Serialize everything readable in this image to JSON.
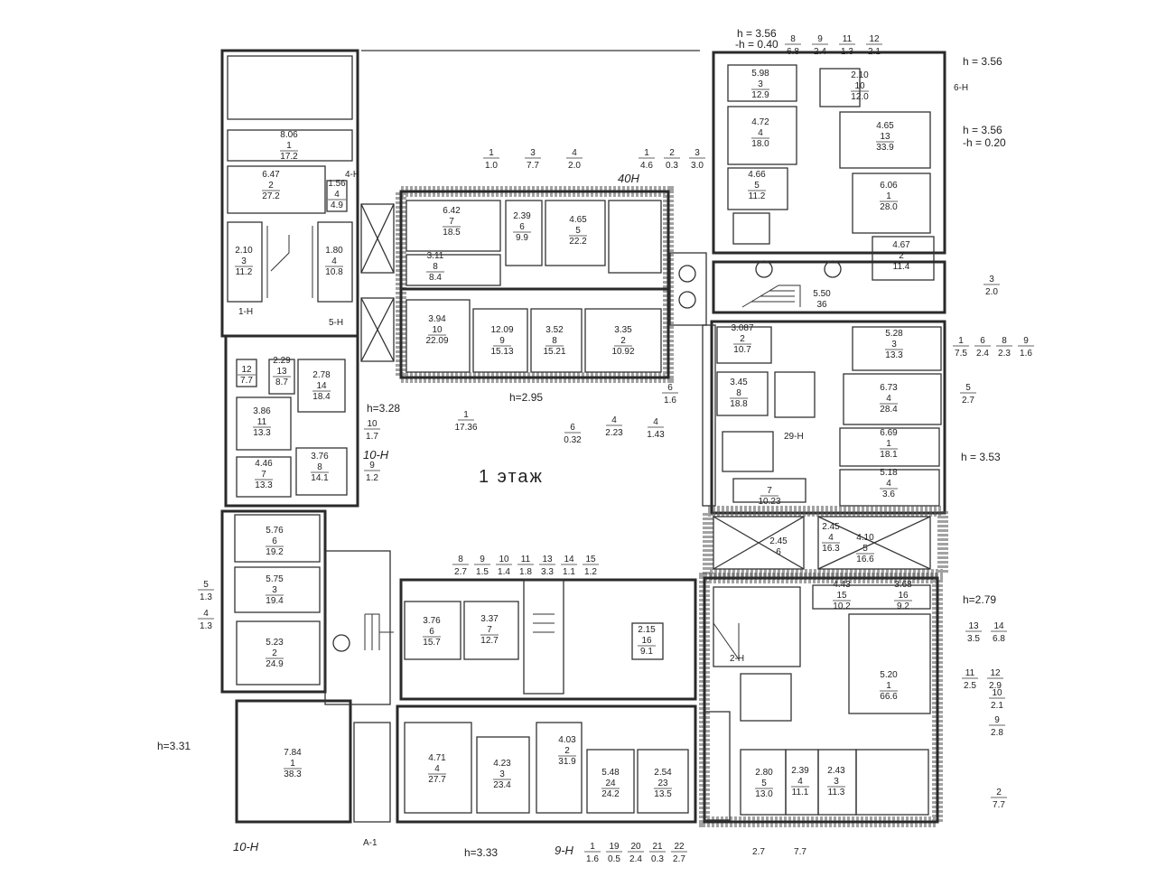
{
  "plan": {
    "floor_label": "1 этаж",
    "heights": {
      "top_right_1": "h = 3.56",
      "top_right_1b": "-h = 0.40",
      "top_right_2": "h = 3.56",
      "right_mid": "h = 3.56",
      "right_mid_b": "-h = 0.20",
      "left_block": "h=3.28",
      "center_block": "h=2.95",
      "right_lower": "h = 3.53",
      "right_bottom": "h=2.79",
      "left_bottom": "h=3.31",
      "bottom_center": "h=3.33"
    },
    "section_marks": {
      "left_bottom_section": "10-Н",
      "left_block_section": "10-Н",
      "top_left_entry": "4-Н",
      "stair_left_1": "1-Н",
      "stair_left_5": "5-Н",
      "top_right_entry": "6-Н",
      "bottom_section_9": "9-Н",
      "bottom_section_2": "2-Н",
      "bottom_left_a1": "А-1",
      "top_entry_40": "40Н",
      "mid_right_29": "29-Н"
    },
    "rooms": [
      {
        "id": "r1",
        "no": "1",
        "area": "17.2",
        "dim": "8.06"
      },
      {
        "id": "r2",
        "no": "2",
        "area": "27.2",
        "dim": "6.47"
      },
      {
        "id": "r3",
        "no": "3",
        "area": "11.2",
        "dim": "2.10"
      },
      {
        "id": "r4",
        "no": "4",
        "area": "10.8",
        "dim": "1.80"
      },
      {
        "id": "r5",
        "no": "4",
        "area": "4.9",
        "dim": "1.56"
      },
      {
        "id": "r6",
        "no": "12",
        "area": "7.7",
        "dim": ""
      },
      {
        "id": "r7",
        "no": "13",
        "area": "8.7",
        "dim": "2.29"
      },
      {
        "id": "r8",
        "no": "14",
        "area": "18.4",
        "dim": "2.78"
      },
      {
        "id": "r9",
        "no": "11",
        "area": "13.3",
        "dim": "3.86"
      },
      {
        "id": "r10",
        "no": "7",
        "area": "13.3",
        "dim": "4.46"
      },
      {
        "id": "r11",
        "no": "8",
        "area": "14.1",
        "dim": "3.76"
      },
      {
        "id": "r12",
        "no": "6",
        "area": "19.2",
        "dim": "5.76"
      },
      {
        "id": "r13",
        "no": "3",
        "area": "19.4",
        "dim": "5.75"
      },
      {
        "id": "r14",
        "no": "2",
        "area": "24.9",
        "dim": "5.23"
      },
      {
        "id": "r15",
        "no": "1",
        "area": "38.3",
        "dim": "7.84"
      },
      {
        "id": "r16",
        "no": "7",
        "area": "18.5",
        "dim": "6.42"
      },
      {
        "id": "r17",
        "no": "6",
        "area": "9.9",
        "dim": "2.39"
      },
      {
        "id": "r18",
        "no": "5",
        "area": "22.2",
        "dim": "4.65"
      },
      {
        "id": "r19",
        "no": "8",
        "area": "8.4",
        "dim": "3.11"
      },
      {
        "id": "r20",
        "no": "10",
        "area": "22.09",
        "dim": "3.94"
      },
      {
        "id": "r21",
        "no": "9",
        "area": "15.13",
        "dim": "12.09"
      },
      {
        "id": "r22",
        "no": "8",
        "area": "15.21",
        "dim": "3.52"
      },
      {
        "id": "r23",
        "no": "2",
        "area": "10.92",
        "dim": "3.35"
      },
      {
        "id": "r24",
        "no": "4",
        "area": "18.0",
        "dim": "4.72"
      },
      {
        "id": "r25",
        "no": "3",
        "area": "12.9",
        "dim": "5.98"
      },
      {
        "id": "r26",
        "no": "5",
        "area": "11.2",
        "dim": "4.66"
      },
      {
        "id": "r27",
        "no": "10",
        "area": "12.0",
        "dim": "2.10"
      },
      {
        "id": "r28",
        "no": "13",
        "area": "33.9",
        "dim": "4.65"
      },
      {
        "id": "r29",
        "no": "1",
        "area": "28.0",
        "dim": "6.06"
      },
      {
        "id": "r30",
        "no": "2",
        "area": "11.4",
        "dim": "4.67"
      },
      {
        "id": "r31",
        "no": "36",
        "area": "",
        "dim": "5.50"
      },
      {
        "id": "r32",
        "no": "3",
        "area": "13.3",
        "dim": "5.28"
      },
      {
        "id": "r33",
        "no": "4",
        "area": "28.4",
        "dim": "6.73"
      },
      {
        "id": "r34",
        "no": "1",
        "area": "18.1",
        "dim": "6.69"
      },
      {
        "id": "r35",
        "no": "2",
        "area": "10.7",
        "dim": "3.087"
      },
      {
        "id": "r36",
        "no": "8",
        "area": "18.8",
        "dim": "3.45"
      },
      {
        "id": "r37",
        "no": "7",
        "area": "10.23",
        "dim": ""
      },
      {
        "id": "r38",
        "no": "4",
        "area": "3.6",
        "dim": "5.18"
      },
      {
        "id": "r39",
        "no": "6",
        "area": "15.7",
        "dim": "3.76"
      },
      {
        "id": "r40",
        "no": "7",
        "area": "12.7",
        "dim": "3.37"
      },
      {
        "id": "r41",
        "no": "16",
        "area": "9.1",
        "dim": "2.15"
      },
      {
        "id": "r42",
        "no": "4",
        "area": "27.7",
        "dim": "4.71"
      },
      {
        "id": "r43",
        "no": "3",
        "area": "23.4",
        "dim": "4.23"
      },
      {
        "id": "r44",
        "no": "2",
        "area": "31.9",
        "dim": "4.03"
      },
      {
        "id": "r45",
        "no": "24",
        "area": "24.2",
        "dim": "5.48"
      },
      {
        "id": "r46",
        "no": "23",
        "area": "13.5",
        "dim": "2.54"
      },
      {
        "id": "r47",
        "no": "1",
        "area": "66.6",
        "dim": "5.20"
      },
      {
        "id": "r48",
        "no": "15",
        "area": "10.2",
        "dim": "4.43"
      },
      {
        "id": "r49",
        "no": "16",
        "area": "9.2",
        "dim": "3.68"
      },
      {
        "id": "r50",
        "no": "5",
        "area": "13.0",
        "dim": "2.80"
      },
      {
        "id": "r51",
        "no": "4",
        "area": "11.1",
        "dim": "2.39"
      },
      {
        "id": "r52",
        "no": "3",
        "area": "11.3",
        "dim": "2.43"
      },
      {
        "id": "r53",
        "no": "5",
        "area": "16.6",
        "dim": "4.10"
      },
      {
        "id": "r54",
        "no": "4",
        "area": "16.3",
        "dim": "2.45"
      },
      {
        "id": "r55",
        "no": "6",
        "area": "",
        "dim": "2.45"
      }
    ],
    "side_tables": {
      "top_center": [
        "1 / 1.0",
        "3 / 7.7",
        "4 / 2.0"
      ],
      "top_center_right": [
        "1 / 4.6",
        "2 / 0.3",
        "3 / 3.0"
      ],
      "top_right": [
        "8 / 6.8",
        "9 / 2.4",
        "11 / 1.3",
        "12 / 2.1"
      ],
      "right_upper": [
        "3 / 2.0"
      ],
      "right_middle": [
        "1 / 7.5",
        "6 / 2.4",
        "8 / 2.3",
        "9 / 1.6"
      ],
      "right_middle_b": [
        "5 / 2.7"
      ],
      "left_block": [
        "10 / 1.7",
        "9 / 1.2"
      ],
      "center_under": [
        "1 / 17.36",
        "6 / 0.32",
        "4 / 2.23",
        "4 / 1.43",
        "6 / 1.6"
      ],
      "center_lower": [
        "8 / 2.7",
        "9 / 1.5",
        "10 / 1.4",
        "11 / 1.8",
        "13 / 3.3",
        "14 / 1.1",
        "15 / 1.2"
      ],
      "left_lower": [
        "5 / 1.3",
        "4 / 1.3"
      ],
      "right_bottom": [
        "13 / 3.5",
        "14 / 6.8",
        "11 / 2.5",
        "12 / 2.9",
        "10 / 2.1",
        "9 / 2.8",
        "2 / 7.7"
      ],
      "bottom_center": [
        "1 / 1.6",
        "19 / 0.5",
        "20 / 2.4",
        "21 / 0.3",
        "22 / 2.7"
      ],
      "bottom_right": [
        "2.7",
        "7.7"
      ]
    }
  }
}
